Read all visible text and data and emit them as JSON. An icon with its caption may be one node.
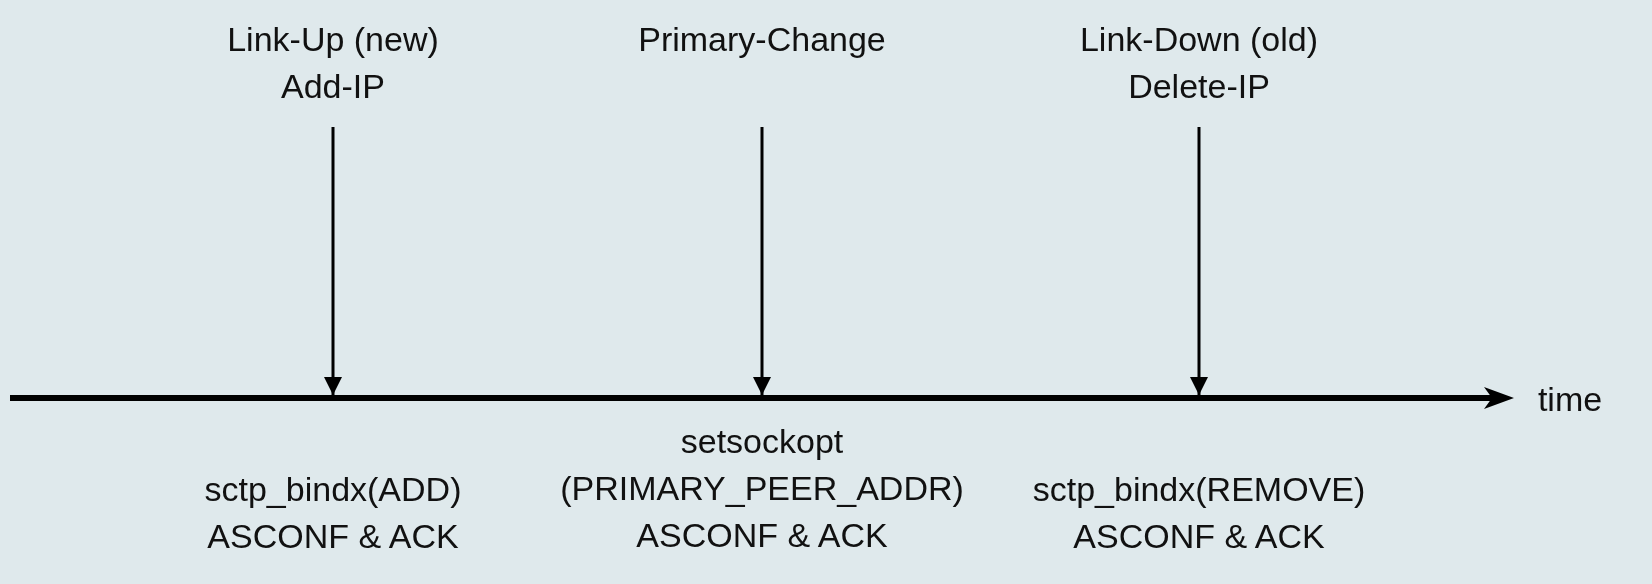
{
  "diagram": {
    "nodes": [
      {
        "text": [
          "Link-Up (new)",
          "Add-IP"
        ]
      },
      {
        "text": [
          "Primary-Change"
        ]
      },
      {
        "text": [
          "Link-Down (old)",
          "Delete-IP"
        ]
      }
    ],
    "edges": [
      {
        "from": 0,
        "to": null,
        "arrow": "to"
      },
      {
        "from": 1,
        "to": null,
        "arrow": "to"
      },
      {
        "from": 2,
        "to": null,
        "arrow": "to"
      }
    ],
    "labels": [
      "time",
      "sctp_bindx(ADD) ASCONF & ACK",
      "setsockopt (PRIMARY_PEER_ADDR) ASCONF & ACK",
      "sctp_bindx(REMOVE) ASCONF & ACK"
    ]
  }
}
